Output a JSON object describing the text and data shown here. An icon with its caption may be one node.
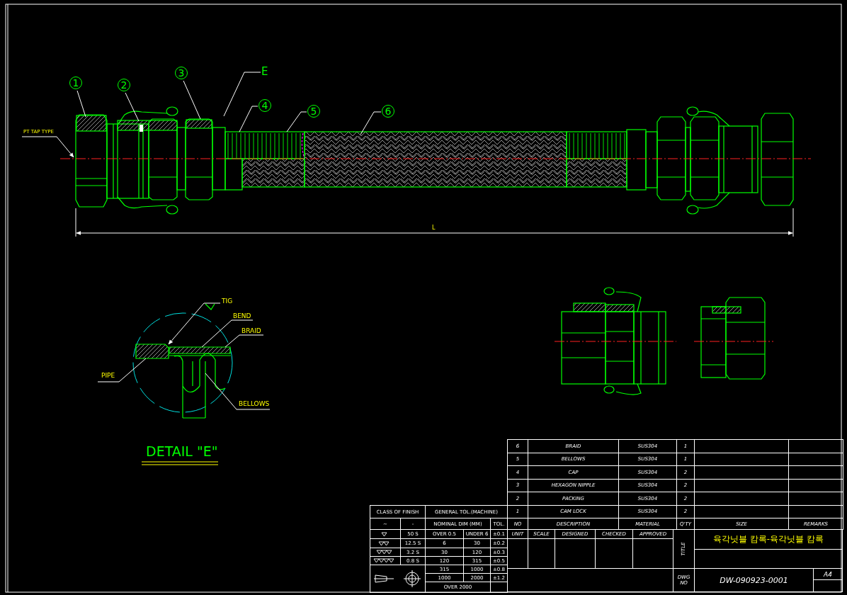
{
  "diagram": {
    "nodes": [
      {
        "text": [
          "1"
        ]
      },
      {
        "text": [
          "2"
        ]
      },
      {
        "text": [
          "3"
        ]
      },
      {
        "text": [
          "4"
        ]
      },
      {
        "text": [
          "5"
        ]
      },
      {
        "text": [
          "6"
        ]
      },
      {
        "text": [
          "E"
        ]
      },
      {
        "text": [
          "PT TAP TYPE"
        ]
      },
      {
        "text": [
          "TIG"
        ]
      },
      {
        "text": [
          "BEND"
        ]
      },
      {
        "text": [
          "BRAID"
        ]
      },
      {
        "text": [
          "PIPE"
        ]
      },
      {
        "text": [
          "BELLOWS"
        ]
      },
      {
        "text": [],
        "shape": "box"
      },
      {
        "text": [],
        "shape": "bar"
      },
      {
        "text": [],
        "shape": "picture"
      }
    ],
    "edges": [
      {
        "from": 0,
        "to": null,
        "arrow": "none"
      },
      {
        "from": 1,
        "to": null,
        "arrow": "none"
      },
      {
        "from": 2,
        "to": null,
        "arrow": "none"
      },
      {
        "from": 3,
        "to": null,
        "arrow": "none"
      },
      {
        "from": 4,
        "to": null,
        "arrow": "none"
      },
      {
        "from": 5,
        "to": null,
        "arrow": "none"
      },
      {
        "from": 6,
        "to": null,
        "arrow": "none"
      },
      {
        "from": 7,
        "to": null,
        "arrow": "to"
      },
      {
        "from": 8,
        "to": 13,
        "arrow": "to"
      },
      {
        "from": 9,
        "to": 14,
        "arrow": "none"
      },
      {
        "from": 10,
        "to": 14,
        "arrow": "none"
      },
      {
        "from": 11,
        "to": 13,
        "arrow": "none"
      },
      {
        "from": 12,
        "to": 15,
        "arrow": "none"
      }
    ],
    "labels": [
      "L",
      "DETAIL \"E\"",
      "6",
      "BRAID",
      "SUS304",
      "1",
      "5",
      "BELLOWS",
      "SUS304",
      "1",
      "4",
      "CAP",
      "SUS304",
      "2",
      "3",
      "HEXAGON NIPPLE",
      "SUS304",
      "2",
      "2",
      "PACKING",
      "SUS304",
      "2",
      "CLASS OF FINISH",
      "GENERAL TOL.(MACHINE)",
      "1",
      "CAM LOCK",
      "SUS304",
      "2",
      "~",
      "-",
      "NOMINAL DIM (MM)",
      "TOL.",
      "NO",
      "DESCRIPTION",
      "MATERIAL",
      "Q'TY",
      "SIZE",
      "REMARKS",
      "50 S",
      "OVER 0.5",
      "UNDER 6",
      "±0.1",
      "UNIT",
      "SCALE",
      "DESIGNED",
      "CHECKED",
      "APPROVED",
      "TITLE",
      "육각닛블 캄록-육각닛블 캄록",
      "12.5 S",
      "6",
      "30",
      "±0.2",
      "3.2 S",
      "30",
      "120",
      "±0.3",
      "0.8 S",
      "120",
      "315",
      "±0.5",
      "315",
      "1000",
      "±0.8",
      "DWG NO",
      "DW-090923-0001",
      "A4",
      "1000",
      "2000",
      "±1.2",
      "OVER 2000"
    ]
  }
}
